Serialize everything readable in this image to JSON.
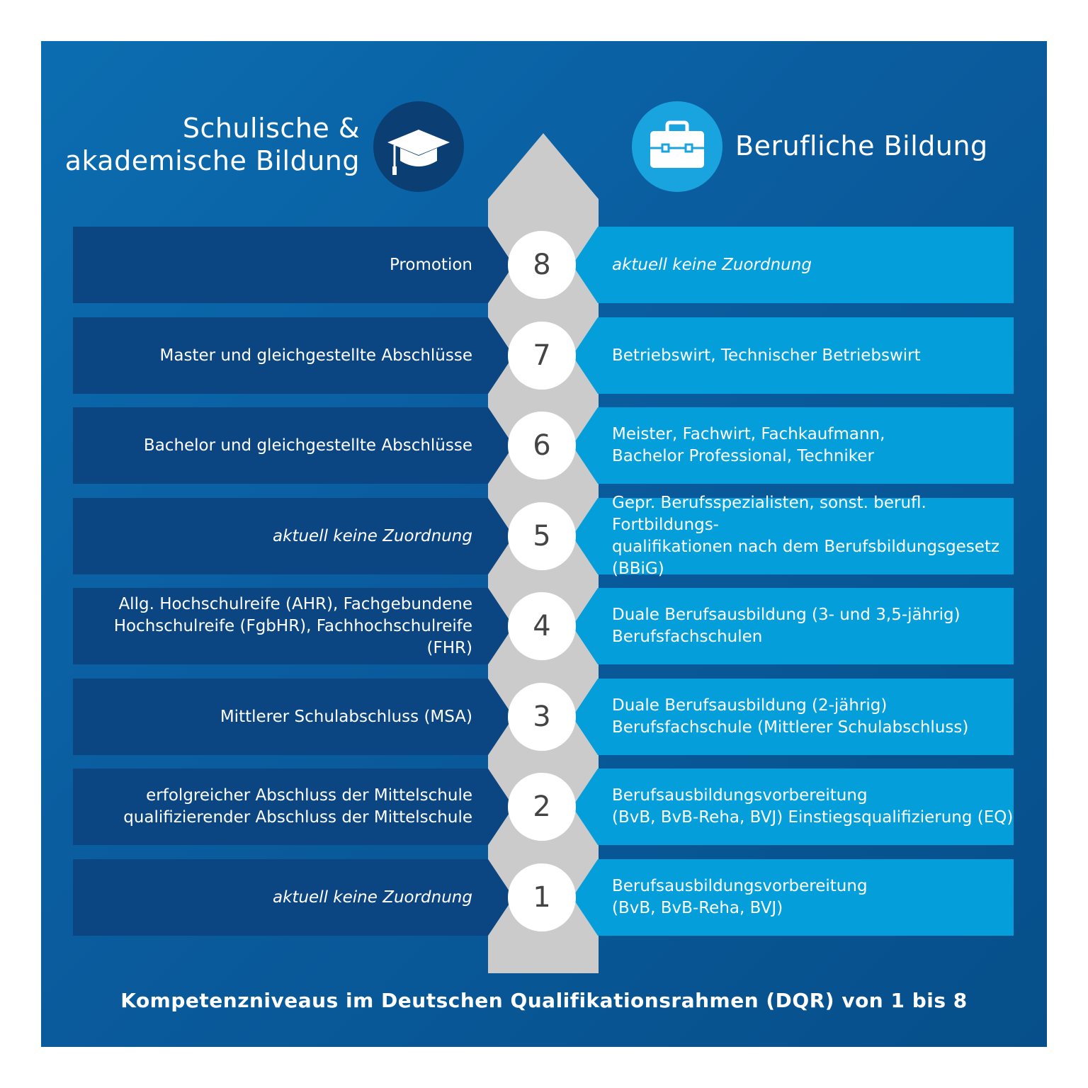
{
  "header": {
    "left_title": "Schulische &\nakademische Bildung",
    "right_title": "Berufliche Bildung",
    "left_icon": "graduation-cap-icon",
    "right_icon": "briefcase-icon"
  },
  "colors": {
    "background": "#0a5c9e",
    "left_band": "#0c4682",
    "right_band": "#049fda",
    "spine": "#cbcbcb"
  },
  "levels": [
    {
      "level": "8",
      "left": "Promotion",
      "left_italic": false,
      "right": "aktuell keine Zuordnung",
      "right_italic": true
    },
    {
      "level": "7",
      "left": "Master und gleichgestellte Abschlüsse",
      "left_italic": false,
      "right": "Betriebswirt, Technischer Betriebswirt",
      "right_italic": false
    },
    {
      "level": "6",
      "left": "Bachelor und gleichgestellte Abschlüsse",
      "left_italic": false,
      "right": "Meister, Fachwirt, Fachkaufmann,\nBachelor Professional, Techniker",
      "right_italic": false
    },
    {
      "level": "5",
      "left": "aktuell keine Zuordnung",
      "left_italic": true,
      "right": "Gepr. Berufsspezialisten, sonst. berufl. Fortbildungs-\nqualifikationen nach dem Berufsbildungsgesetz (BBiG)",
      "right_italic": false
    },
    {
      "level": "4",
      "left": "Allg. Hochschulreife (AHR), Fachgebundene\nHochschulreife (FgbHR), Fachhochschulreife (FHR)",
      "left_italic": false,
      "right": "Duale Berufsausbildung (3- und 3,5-jährig)\nBerufsfachschulen",
      "right_italic": false
    },
    {
      "level": "3",
      "left": "Mittlerer Schulabschluss (MSA)",
      "left_italic": false,
      "right": "Duale Berufsausbildung (2-jährig)\nBerufsfachschule (Mittlerer Schulabschluss)",
      "right_italic": false
    },
    {
      "level": "2",
      "left": "erfolgreicher Abschluss der Mittelschule\nqualifizierender Abschluss der Mittelschule",
      "left_italic": false,
      "right": "Berufsausbildungsvorbereitung\n(BvB, BvB-Reha, BVJ) Einstiegsqualifizierung (EQ)",
      "right_italic": false
    },
    {
      "level": "1",
      "left": "aktuell keine Zuordnung",
      "left_italic": true,
      "right": "Berufsausbildungsvorbereitung\n(BvB, BvB-Reha, BVJ)",
      "right_italic": false
    }
  ],
  "footer": "Kompetenzniveaus im Deutschen Qualifikationsrahmen (DQR) von 1 bis 8"
}
